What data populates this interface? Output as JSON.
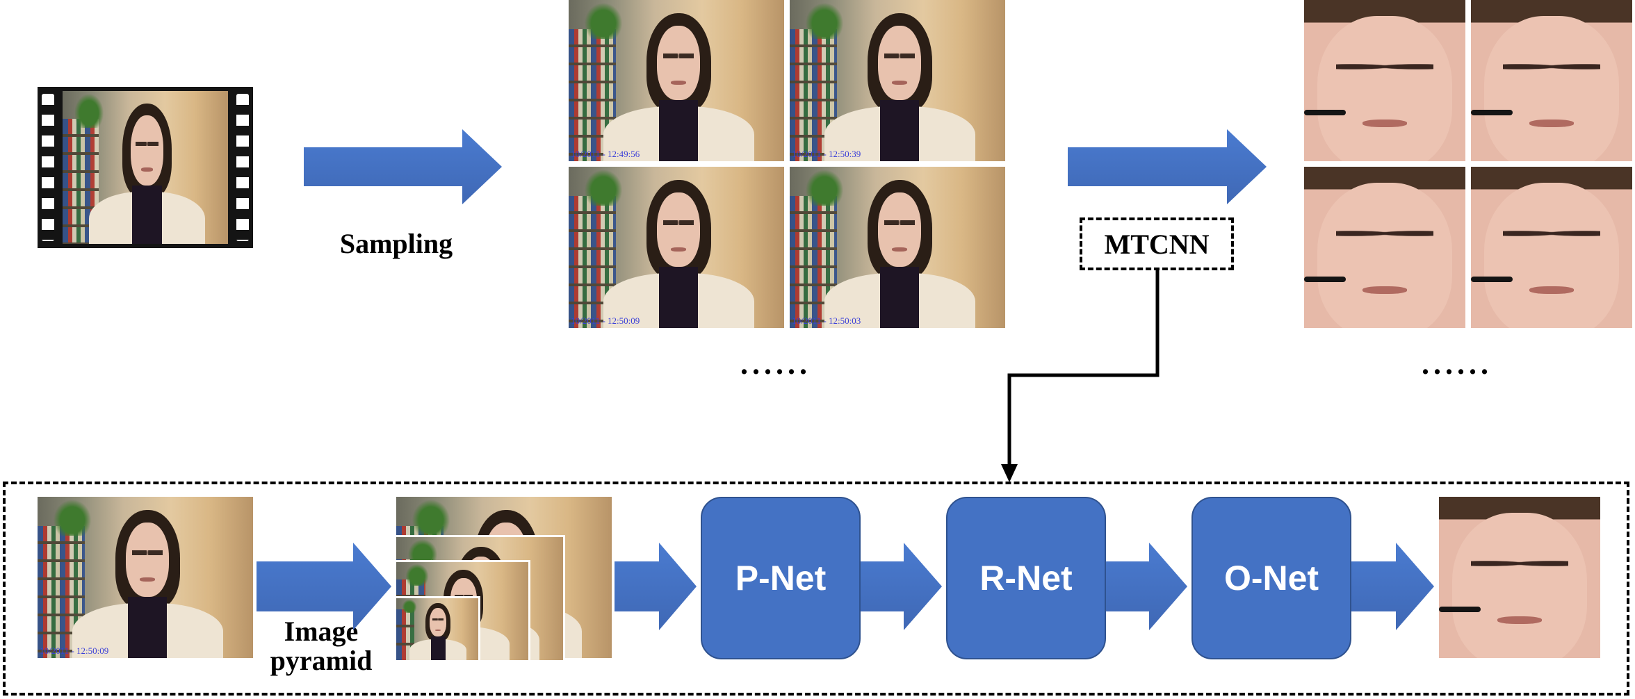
{
  "labels": {
    "sampling": "Sampling",
    "mtcnn": "MTCNN",
    "image_pyramid_line1": "Image",
    "image_pyramid_line2": "pyramid",
    "dots_top_middle": "......",
    "dots_top_right": "......"
  },
  "nets": [
    "P-Net",
    "R-Net",
    "O-Net"
  ],
  "timestamps": {
    "frame_a": "10/2011 - 12:49:56",
    "frame_b": "10/2011 - 12:50:39",
    "frame_c": "10/2011 - 12:50:09",
    "frame_d": "10/2011 - 12:50:03",
    "pyramid_source": "10/2011 - 12:50:09"
  },
  "colors": {
    "arrow_blue": "#4472c4",
    "net_blue": "#4472c4",
    "timestamp_blue": "#3a3fd8"
  }
}
